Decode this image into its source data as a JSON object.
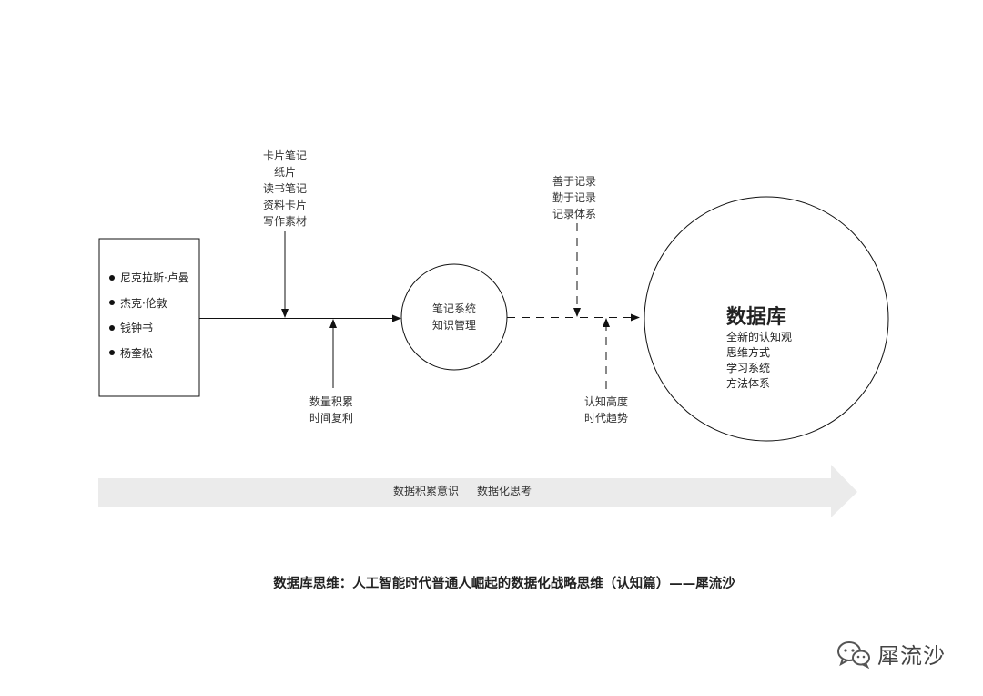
{
  "source_box": {
    "people": [
      "尼克拉斯·卢曼",
      "杰克·伦敦",
      "钱钟书",
      "杨奎松"
    ]
  },
  "top_input": {
    "lines": [
      "卡片笔记",
      "纸片",
      "读书笔记",
      "资料卡片",
      "写作素材"
    ]
  },
  "bottom_input": {
    "lines": [
      "数量积累",
      "时间复利"
    ]
  },
  "middle_node": {
    "lines": [
      "笔记系统",
      "知识管理"
    ]
  },
  "right_top_input": {
    "lines": [
      "善于记录",
      "勤于记录",
      "记录体系"
    ]
  },
  "right_bottom_input": {
    "lines": [
      "认知高度",
      "时代趋势"
    ]
  },
  "database_node": {
    "title": "数据库",
    "lines": [
      "全新的认知观",
      "思维方式",
      "学习系统",
      "方法体系"
    ]
  },
  "big_arrow": {
    "labels": [
      "数据积累意识",
      "数据化思考"
    ]
  },
  "caption": "数据库思维：人工智能时代普通人崛起的数据化战略思维（认知篇）——犀流沙",
  "watermark": {
    "text": "犀流沙",
    "icon": "wechat-icon"
  },
  "colors": {
    "line": "#111111",
    "arrow_fill": "#ebebeb",
    "background": "#ffffff"
  }
}
